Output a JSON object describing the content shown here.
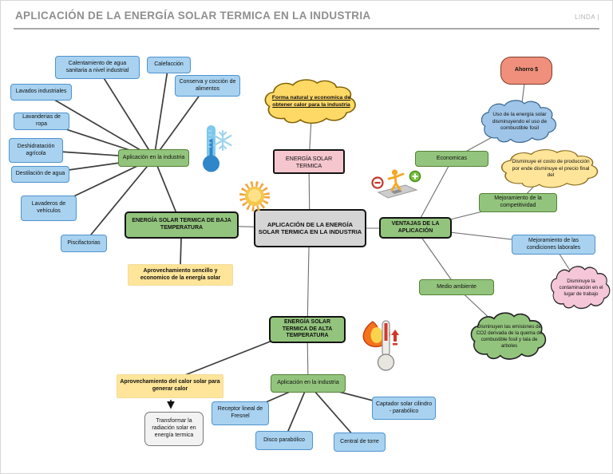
{
  "header": {
    "title": "APLICACIÓN DE LA ENERGÍA SOLAR TERMICA EN LA INDUSTRIA",
    "watermark": "LINDA |"
  },
  "nodes": {
    "calentamiento": {
      "label": "Calentamiento de agua sanitaria a nivel industrial"
    },
    "calefaccion": {
      "label": "Calefacción"
    },
    "conserva": {
      "label": "Conserva y cocción de alimentos"
    },
    "lavados": {
      "label": "Lavados industriales"
    },
    "lavanderias": {
      "label": "Lavanderias de ropa"
    },
    "deshidratacion": {
      "label": "Deshidratación agrícola"
    },
    "destilacion": {
      "label": "Destilación de agua"
    },
    "lavaderos": {
      "label": "Lavaderos de vehículos"
    },
    "piscifactorias": {
      "label": "Piscifactorias"
    },
    "aplicacion_baja": {
      "label": "Aplicación en la industria"
    },
    "forma": {
      "label": "Forma natural y economica de obtener calor para la industria"
    },
    "termica": {
      "label": "ENERGÍA SOLAR TERMICA"
    },
    "central": {
      "label": "APLICACIÓN DE LA ENERGÍA SOLAR TERMICA EN LA INDUSTRIA"
    },
    "baja": {
      "label": "ENERGÍA SOLAR TERMICA DE BAJA TEMPERATURA"
    },
    "aprovechamiento_baja": {
      "label": "Aprovechamiento sencillo y economico de la energía solar"
    },
    "ventajas": {
      "label": "VENTAJAS DE LA APLICACIÓN"
    },
    "economicas": {
      "label": "Economicas"
    },
    "ahorro": {
      "label": "Ahorro $"
    },
    "uso": {
      "label": "Uso de la energía solar disminuyendo el uso de combustible fosil"
    },
    "costo": {
      "label": "Disminuye el costo de producción por ende disminuye el precio final del"
    },
    "competitividad": {
      "label": "Mejoramiento de la competitividad"
    },
    "laborales": {
      "label": "Mejoramiento de las condiciones laborales"
    },
    "contaminacion": {
      "label": "Disminuye la contaminación en el lugar de trabajo"
    },
    "medio_ambiente": {
      "label": "Medio ambiente"
    },
    "co2": {
      "label": "Disminuyen las emisiones de CO2 derivada de la quema de combustible fosil y tala de arboles"
    },
    "alta": {
      "label": "ENERGÍA SOLAR TERMICA DE ALTA TEMPERATURA"
    },
    "aplicacion_alta": {
      "label": "Aplicación en la industria"
    },
    "receptor": {
      "label": "Receptor lineal de Fresnel"
    },
    "captador": {
      "label": "Captador solar  cilindro - parabólico"
    },
    "disco": {
      "label": "Disco parabólico"
    },
    "torre": {
      "label": "Central de torre"
    },
    "aprovechamiento_alta": {
      "label": "Aprovechamiento del calor solar para generar calor"
    },
    "transformar": {
      "label": "Transformar la radiación solar en energía termica"
    }
  },
  "icons": [
    "cold-thermometer-icon",
    "snowflake-icon",
    "sun-icon",
    "balance-person-icon",
    "minus-icon",
    "plus-icon",
    "hot-thermometer-icon",
    "flame-icon",
    "up-arrow-icon"
  ],
  "colors": {
    "blue_node": "#a8d2f0",
    "blue_border": "#4f93ce",
    "green_node": "#93c47d",
    "green_border": "#538234",
    "gray_node": "#d5d5d5",
    "pink_node": "#f5c6ce",
    "yellow_note": "#ffe599",
    "yellow_cloud": "#ffd966",
    "blue_cloud": "#9fc5e8",
    "pale_yellow_cloud": "#ffe599",
    "pink_cloud": "#f5c6d8",
    "green_cloud": "#93c47d",
    "orange_node": "#f0907c",
    "line_dark": "#3c3c3c",
    "line_light": "#6f6f6f",
    "title_gray": "#8f8f8f"
  },
  "edges": [
    [
      "aplicacion_baja",
      "calentamiento"
    ],
    [
      "aplicacion_baja",
      "calefaccion"
    ],
    [
      "aplicacion_baja",
      "conserva"
    ],
    [
      "aplicacion_baja",
      "lavados"
    ],
    [
      "aplicacion_baja",
      "lavanderias"
    ],
    [
      "aplicacion_baja",
      "deshidratacion"
    ],
    [
      "aplicacion_baja",
      "destilacion"
    ],
    [
      "aplicacion_baja",
      "lavaderos"
    ],
    [
      "aplicacion_baja",
      "piscifactorias"
    ],
    [
      "aplicacion_baja",
      "baja"
    ],
    [
      "baja",
      "central"
    ],
    [
      "baja",
      "aprovechamiento_baja"
    ],
    [
      "forma",
      "termica"
    ],
    [
      "termica",
      "central"
    ],
    [
      "central",
      "ventajas"
    ],
    [
      "central",
      "alta"
    ],
    [
      "ventajas",
      "economicas"
    ],
    [
      "economicas",
      "uso"
    ],
    [
      "uso",
      "ahorro"
    ],
    [
      "ventajas",
      "competitividad"
    ],
    [
      "competitividad",
      "costo"
    ],
    [
      "ventajas",
      "laborales"
    ],
    [
      "laborales",
      "contaminacion"
    ],
    [
      "ventajas",
      "medio_ambiente"
    ],
    [
      "medio_ambiente",
      "co2"
    ],
    [
      "alta",
      "aplicacion_alta"
    ],
    [
      "alta",
      "aprovechamiento_alta"
    ],
    [
      "aprovechamiento_alta",
      "transformar"
    ],
    [
      "aplicacion_alta",
      "receptor"
    ],
    [
      "aplicacion_alta",
      "disco"
    ],
    [
      "aplicacion_alta",
      "torre"
    ],
    [
      "aplicacion_alta",
      "captador"
    ]
  ]
}
